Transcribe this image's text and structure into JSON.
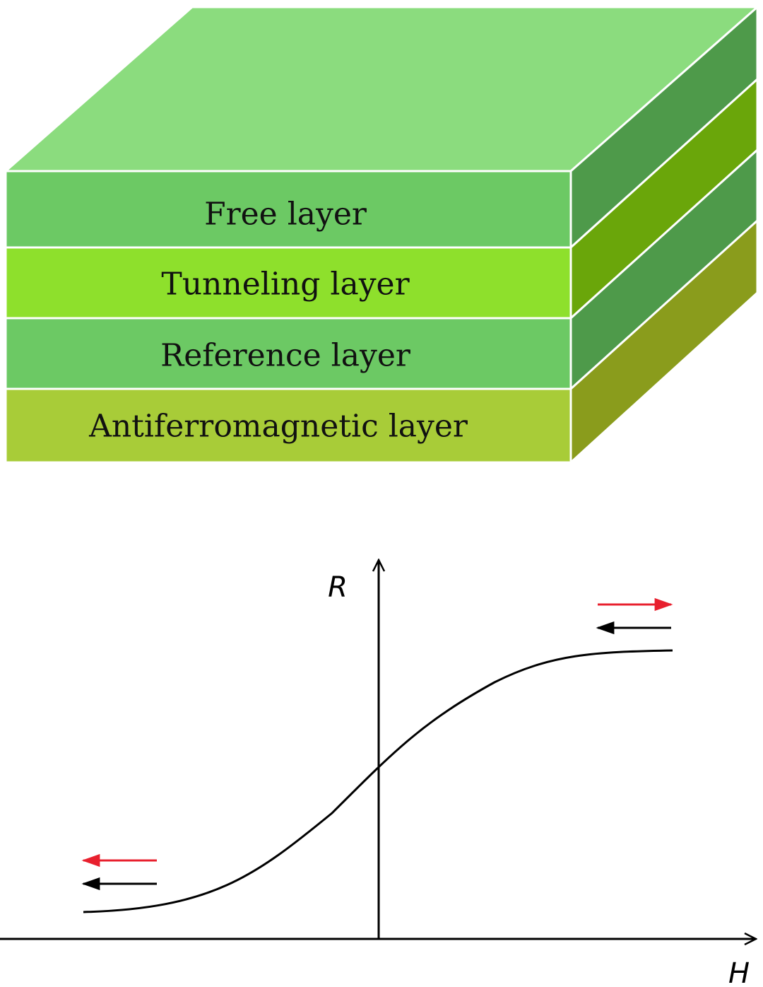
{
  "layers": [
    {
      "label": "Free layer",
      "front": "#6cc964",
      "side": "#4e9a4a"
    },
    {
      "label": "Tunneling layer",
      "front": "#8ee02c",
      "side": "#6aa60a"
    },
    {
      "label": "Reference layer",
      "front": "#6cc964",
      "side": "#4e9a4a"
    },
    {
      "label": "Antiferromagnetic layer",
      "front": "#a8cc38",
      "side": "#8a9c1c"
    }
  ],
  "top_face_color": "#8bdc7e",
  "axes": {
    "y_label": "R",
    "x_label": "H"
  },
  "arrow_colors": {
    "free": "#e8202e",
    "reference": "#000000"
  },
  "high_state": {
    "free": "right",
    "reference": "left"
  },
  "low_state": {
    "free": "left",
    "reference": "left"
  }
}
